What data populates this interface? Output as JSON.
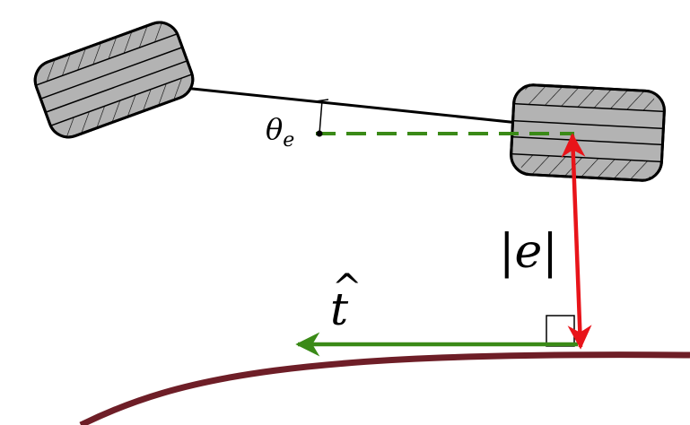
{
  "labels": {
    "heading_error_symbol": "θ",
    "heading_error_subscript": "e",
    "cross_track_error": "|e|",
    "tangent_symbol": "t",
    "tangent_hat": "^"
  },
  "colors": {
    "path": "#6e1e27",
    "error_arrow": "#e8141a",
    "tangent_arrow": "#3a8a17",
    "reference_dashed": "#3a8a17",
    "wheel_fill": "#b3b3b3",
    "wheel_edge": "#000000",
    "axle": "#000000"
  }
}
